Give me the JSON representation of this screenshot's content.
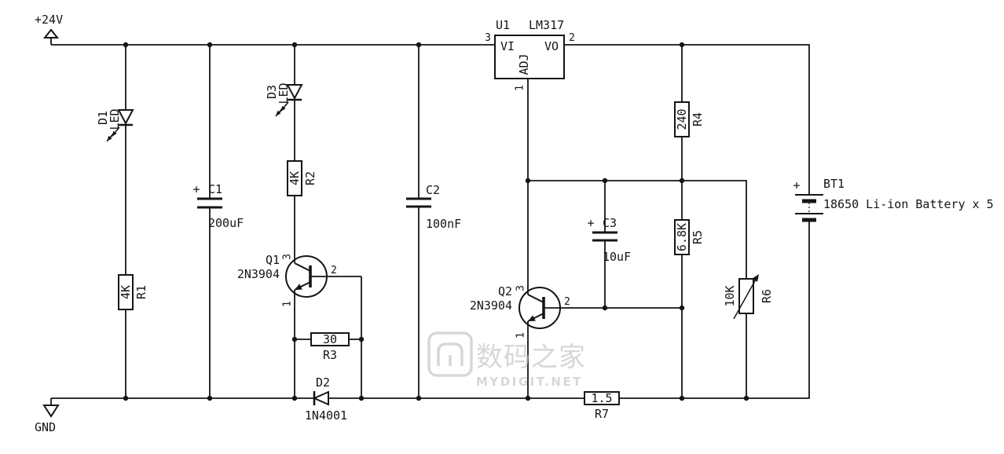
{
  "power": {
    "vcc": "+24V",
    "gnd": "GND"
  },
  "components": {
    "d1": {
      "ref": "D1",
      "value": "LED"
    },
    "d2": {
      "ref": "D2",
      "value": "1N4001"
    },
    "d3": {
      "ref": "D3",
      "value": "LED"
    },
    "r1": {
      "ref": "R1",
      "value": "4K"
    },
    "r2": {
      "ref": "R2",
      "value": "4K"
    },
    "r3": {
      "ref": "R3",
      "value": "30"
    },
    "r4": {
      "ref": "R4",
      "value": "240"
    },
    "r5": {
      "ref": "R5",
      "value": "6.8K"
    },
    "r6": {
      "ref": "R6",
      "value": "10K"
    },
    "r7": {
      "ref": "R7",
      "value": "1.5"
    },
    "c1": {
      "ref": "C1",
      "value": "200uF",
      "polarity": "+"
    },
    "c2": {
      "ref": "C2",
      "value": "100nF"
    },
    "c3": {
      "ref": "C3",
      "value": "10uF",
      "polarity": "+"
    },
    "q1": {
      "ref": "Q1",
      "value": "2N3904",
      "pin1": "1",
      "pin2": "2",
      "pin3": "3"
    },
    "q2": {
      "ref": "Q2",
      "value": "2N3904",
      "pin1": "1",
      "pin2": "2",
      "pin3": "3"
    },
    "u1": {
      "ref": "U1",
      "value": "LM317",
      "pin_vi": "VI",
      "pin_vo": "VO",
      "pin_adj": "ADJ",
      "pin1": "1",
      "pin2": "2",
      "pin3": "3"
    },
    "bt1": {
      "ref": "BT1",
      "value": "18650 Li-ion Battery x 5",
      "polarity": "+"
    }
  },
  "watermark": {
    "text_cn": "数码之家",
    "text_en": "MYDIGIT.NET"
  }
}
